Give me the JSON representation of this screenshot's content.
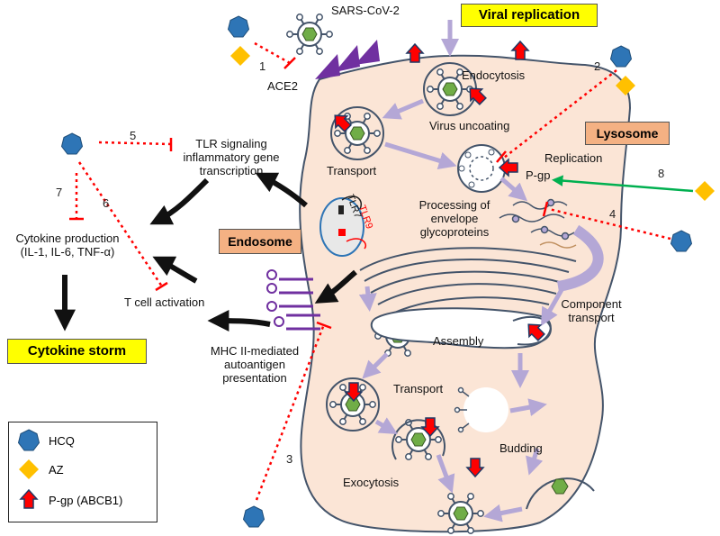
{
  "labels": {
    "virus": "SARS-CoV-2",
    "viral_replication": "Viral replication",
    "ace2": "ACE2",
    "endocytosis": "Endocytosis",
    "virus_uncoating": "Virus uncoating",
    "lysosome": "Lysosome",
    "replication": "Replication",
    "pgp": "P-gp",
    "transport_top": "Transport",
    "tlr_signaling": [
      "TLR signaling",
      "inflammatory gene",
      "transcription"
    ],
    "tlr7": "TLR7",
    "tlr9": "TLR9",
    "processing": [
      "Processing of",
      "envelope",
      "glycoproteins"
    ],
    "endosome": "Endosome",
    "cytokine_production": [
      "Cytokine production",
      "(IL-1, IL-6, TNF-α)"
    ],
    "t_cell_activation": "T cell activation",
    "component_transport": [
      "Component",
      "transport"
    ],
    "assembly": "Assembly",
    "cytokine_storm": "Cytokine storm",
    "mhc": [
      "MHC II-mediated",
      "autoantigen",
      "presentation"
    ],
    "transport_bottom": "Transport",
    "budding": "Budding",
    "exocytosis": "Exocytosis"
  },
  "numbers": [
    "1",
    "2",
    "3",
    "4",
    "5",
    "6",
    "7",
    "8"
  ],
  "legend": {
    "hcq": "HCQ",
    "az": "AZ",
    "pgp": "P-gp (ABCB1)"
  },
  "colors": {
    "cell_fill": "#fbe5d6",
    "hcq": "#2e75b6",
    "az": "#ffc000",
    "virus_green": "#70ad47",
    "pgp_red": "#ff0000",
    "pgp_blue": "#203864",
    "ace2": "#7030a0",
    "inhibition": "#ff0000",
    "az_pgp_arrow": "#00b050",
    "flow_arrow": "#b4a7d6"
  }
}
